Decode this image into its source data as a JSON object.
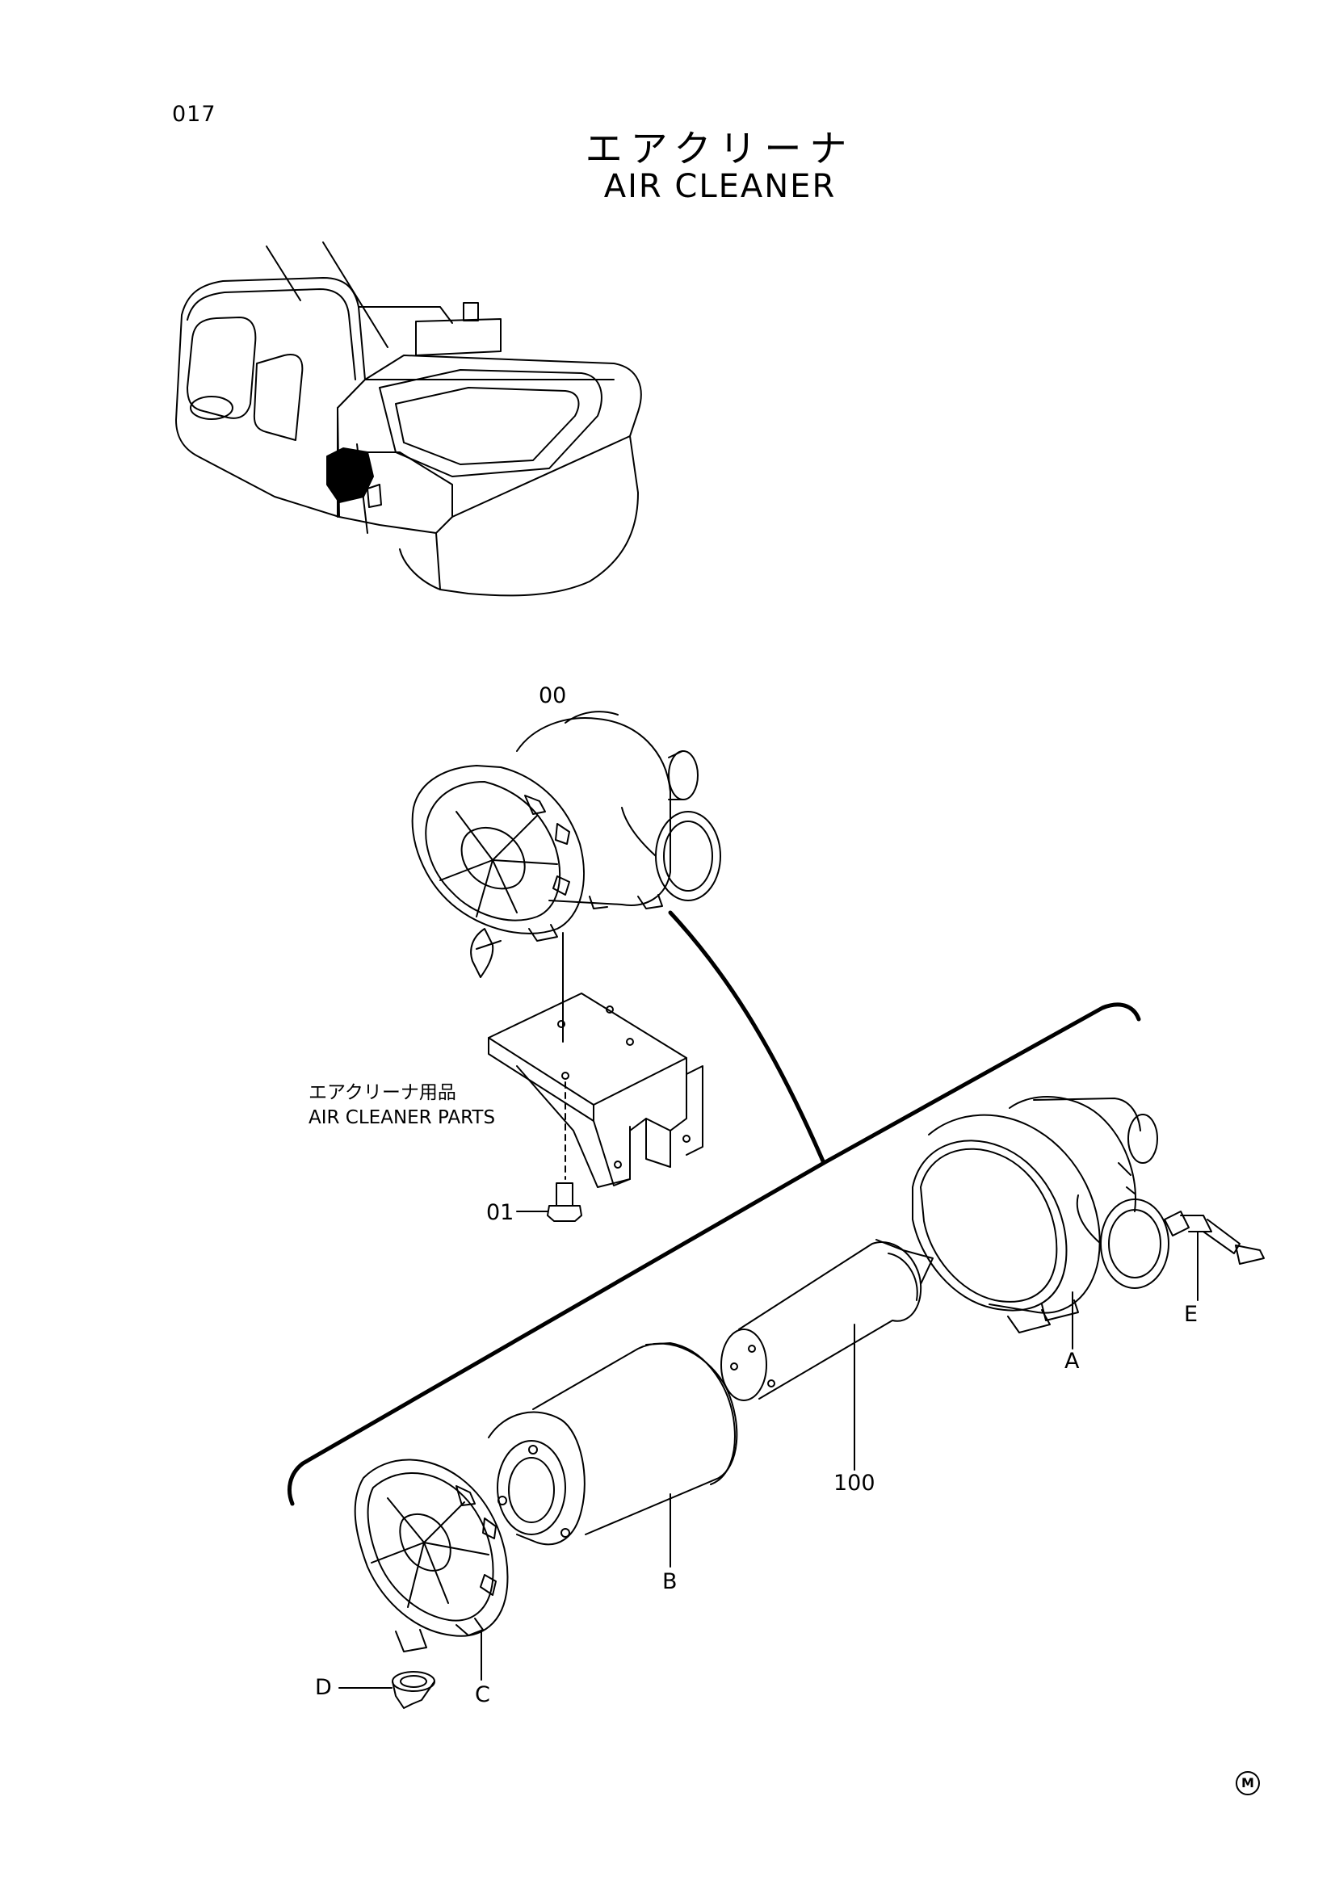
{
  "page": {
    "number": "017"
  },
  "title": {
    "jp": "エアクリーナ",
    "en": "AIR CLEANER"
  },
  "parts_label": {
    "jp": "エアクリーナ用品",
    "en": "AIR CLEANER PARTS"
  },
  "callouts": {
    "assy": "00",
    "bolt": "01",
    "housing": "A",
    "outer_element": "B",
    "cover": "C",
    "valve": "D",
    "indicator": "E",
    "inner_element": "100"
  },
  "footer": {
    "mark": "M"
  }
}
